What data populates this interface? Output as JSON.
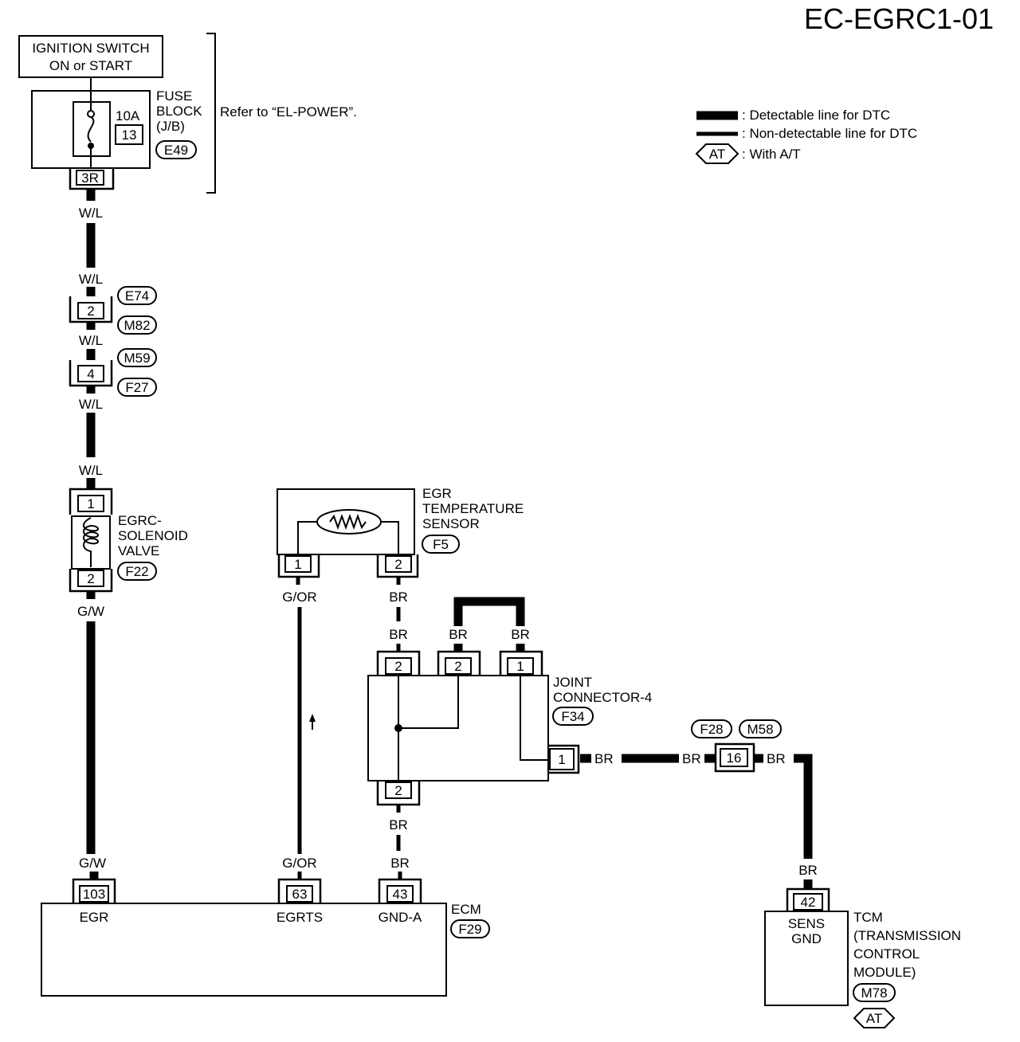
{
  "diagram_code": "EC-EGRC1-01",
  "legend": {
    "detectable": ": Detectable line for DTC",
    "non_detectable": ": Non-detectable line for DTC",
    "with_at_symbol": "AT",
    "with_at_label": ": With A/T"
  },
  "ignition_switch": {
    "line1": "IGNITION SWITCH",
    "line2": "ON or START"
  },
  "fuse_block": {
    "name_line1": "FUSE",
    "name_line2": "BLOCK",
    "name_line3": "(J/B)",
    "rating": "10A",
    "fuse_number": "13",
    "connector": "E49",
    "terminal": "3R",
    "refer_text": "Refer to “EL-POWER”."
  },
  "wires": {
    "w_l": "W/L",
    "g_w": "G/W",
    "g_or": "G/OR",
    "br": "BR"
  },
  "connectors": {
    "e74": "E74",
    "m82": "M82",
    "pin_e74": "2",
    "m59": "M59",
    "f27": "F27",
    "pin_m59": "4",
    "f28": "F28",
    "m58": "M58",
    "pin_f28": "16"
  },
  "egrc_valve": {
    "line1": "EGRC-",
    "line2": "SOLENOID",
    "line3": "VALVE",
    "connector": "F22",
    "pin_top": "1",
    "pin_bottom": "2"
  },
  "egr_sensor": {
    "line1": "EGR",
    "line2": "TEMPERATURE",
    "line3": "SENSOR",
    "connector": "F5",
    "pin_left": "1",
    "pin_right": "2"
  },
  "joint_connector": {
    "line1": "JOINT",
    "line2": "CONNECTOR-4",
    "connector": "F34",
    "pin_top_a": "2",
    "pin_top_b": "2",
    "pin_top_c": "1",
    "pin_right": "1",
    "pin_bottom": "2"
  },
  "ecm": {
    "name": "ECM",
    "connector": "F29",
    "pin_egr": "103",
    "pin_egrts": "63",
    "pin_gnd": "43",
    "label_egr": "EGR",
    "label_egrts": "EGRTS",
    "label_gnd": "GND-A"
  },
  "tcm": {
    "line1": "TCM",
    "line2": "(TRANSMISSION",
    "line3": "CONTROL",
    "line4": "MODULE)",
    "connector": "M78",
    "at_symbol": "AT",
    "pin": "42",
    "term_line1": "SENS",
    "term_line2": "GND"
  }
}
